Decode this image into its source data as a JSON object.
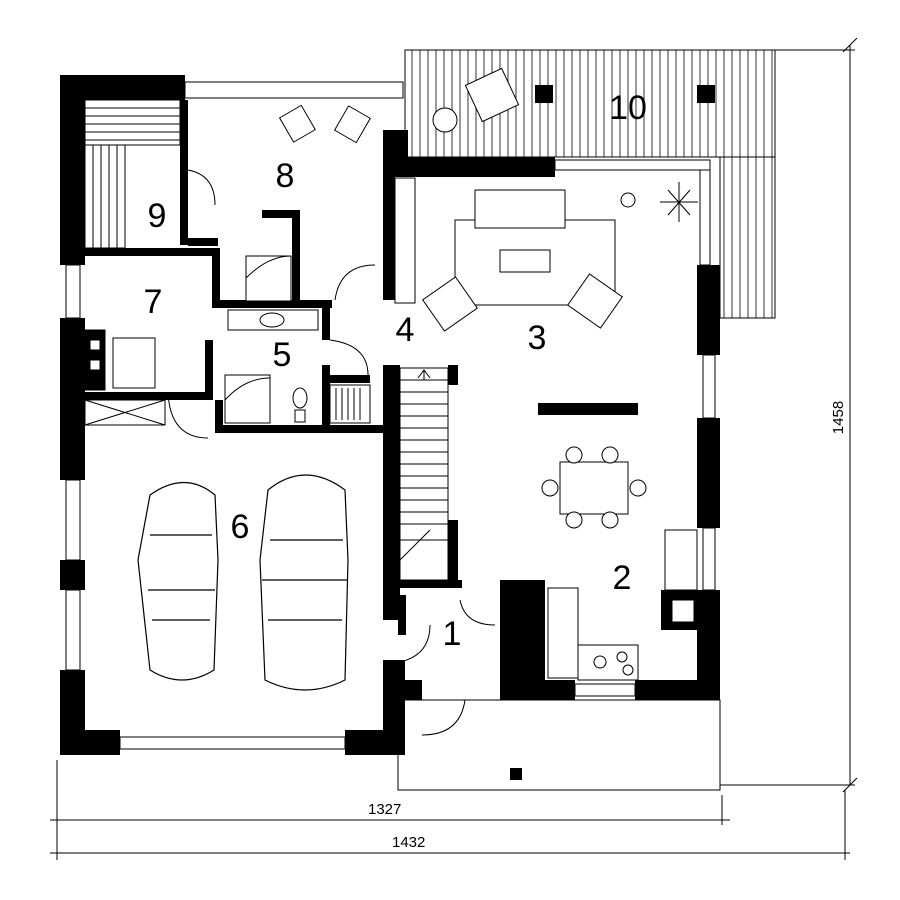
{
  "rooms": [
    {
      "number": "1"
    },
    {
      "number": "2"
    },
    {
      "number": "3"
    },
    {
      "number": "4"
    },
    {
      "number": "5"
    },
    {
      "number": "6"
    },
    {
      "number": "7"
    },
    {
      "number": "8"
    },
    {
      "number": "9"
    },
    {
      "number": "10"
    }
  ],
  "dimensions": {
    "height": "1458",
    "inner_width": "1327",
    "total_width": "1432"
  },
  "colors": {
    "wall": "#000000",
    "line": "#000000",
    "background": "#ffffff"
  }
}
